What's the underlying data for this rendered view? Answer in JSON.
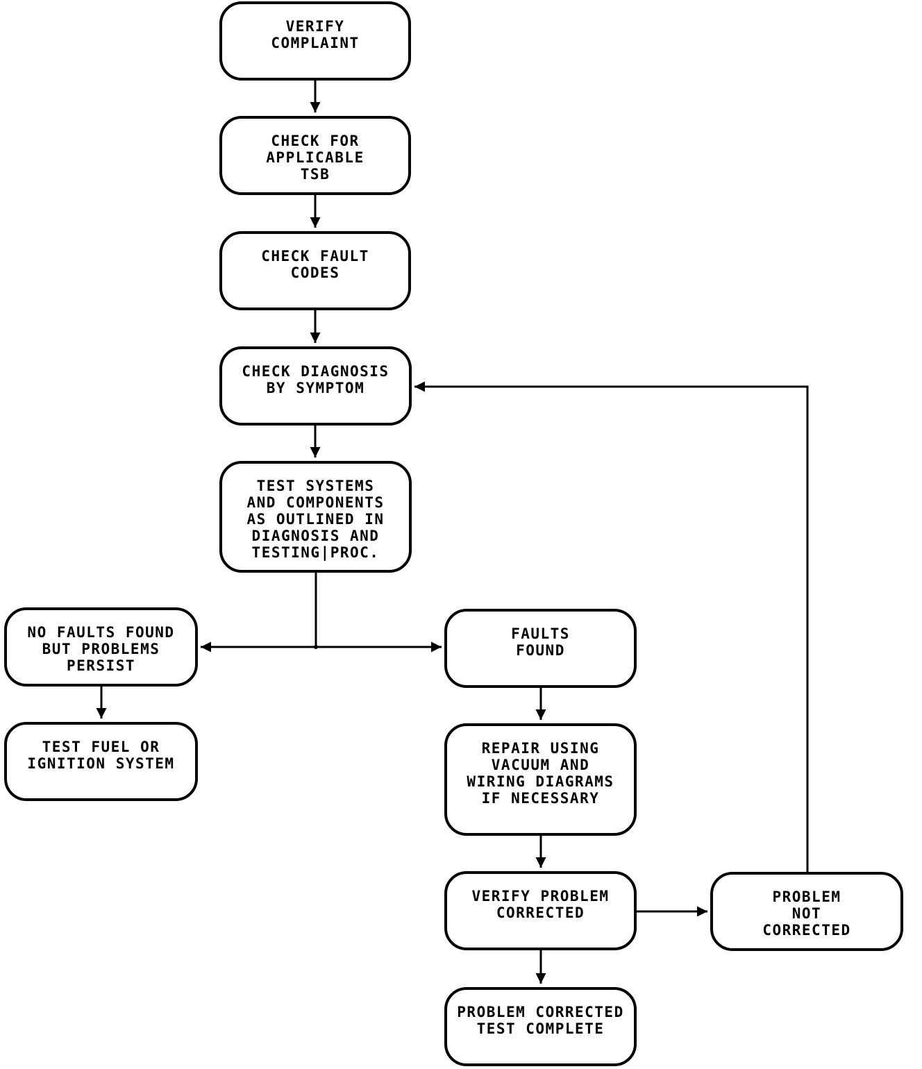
{
  "nodes": {
    "verify_complaint": "VERIFY\nCOMPLAINT",
    "check_tsb": "CHECK FOR\nAPPLICABLE\nTSB",
    "check_fault_codes": "CHECK FAULT\nCODES",
    "check_diagnosis": "CHECK DIAGNOSIS\nBY SYMPTOM",
    "test_systems": "TEST SYSTEMS\nAND COMPONENTS\nAS OUTLINED IN\nDIAGNOSIS AND\nTESTING|PROC.",
    "no_faults_found": "NO FAULTS FOUND\nBUT PROBLEMS\nPERSIST",
    "test_fuel": "TEST FUEL OR\nIGNITION SYSTEM",
    "faults_found": "FAULTS\nFOUND",
    "repair_using": "REPAIR USING\nVACUUM AND\nWIRING DIAGRAMS\nIF NECESSARY",
    "verify_problem_corrected": "VERIFY PROBLEM\nCORRECTED",
    "problem_not_corrected": "PROBLEM\nNOT\nCORRECTED",
    "problem_corrected": "PROBLEM CORRECTED\nTEST COMPLETE"
  },
  "colors": {
    "stroke": "#000000",
    "background": "#ffffff"
  }
}
